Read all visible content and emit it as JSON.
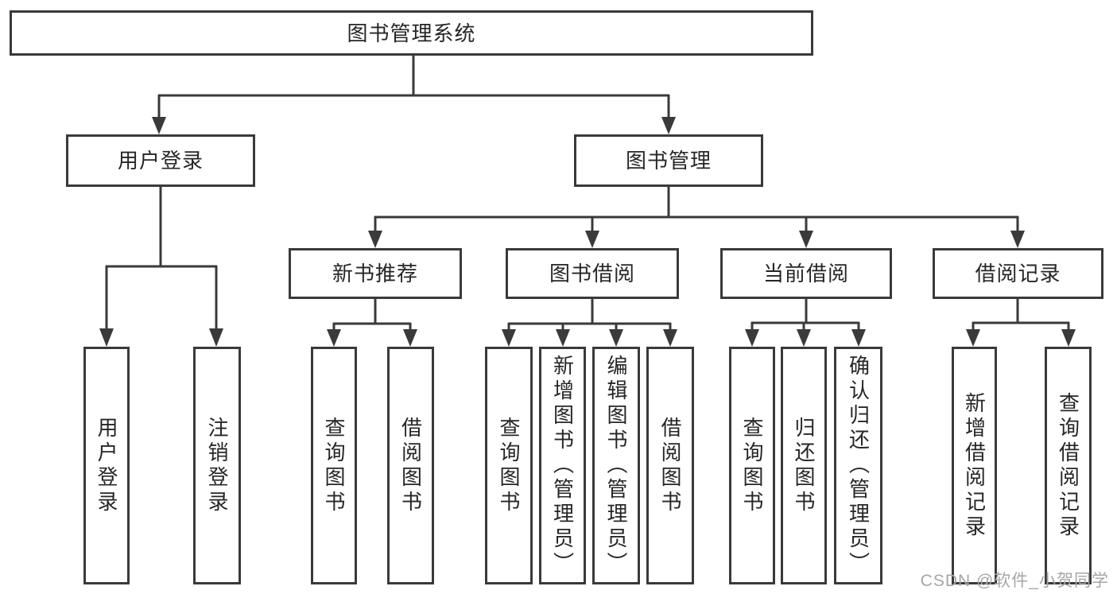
{
  "diagram": {
    "type": "hierarchy",
    "nodes": {
      "root": "图书管理系统",
      "user_login": "用户登录",
      "book_mgmt": "图书管理",
      "leaf_user_login": "用户登录",
      "leaf_logout": "注销登录",
      "new_book_rec": "新书推荐",
      "book_borrow": "图书借阅",
      "current_borrow": "当前借阅",
      "borrow_record": "借阅记录",
      "rec_query_book": "查询图书",
      "rec_borrow_book": "借阅图书",
      "bb_query_book": "查询图书",
      "bb_add_book": "新增图书（管理员）",
      "bb_edit_book": "编辑图书（管理员）",
      "bb_borrow_book": "借阅图书",
      "cb_query_book": "查询图书",
      "cb_return_book": "归还图书",
      "cb_confirm_return": "确认归还（管理员）",
      "br_add_record": "新增借阅记录",
      "br_query_record": "查询借阅记录"
    },
    "edges": [
      [
        "root",
        "user_login"
      ],
      [
        "root",
        "book_mgmt"
      ],
      [
        "user_login",
        "leaf_user_login"
      ],
      [
        "user_login",
        "leaf_logout"
      ],
      [
        "book_mgmt",
        "new_book_rec"
      ],
      [
        "book_mgmt",
        "book_borrow"
      ],
      [
        "book_mgmt",
        "current_borrow"
      ],
      [
        "book_mgmt",
        "borrow_record"
      ],
      [
        "new_book_rec",
        "rec_query_book"
      ],
      [
        "new_book_rec",
        "rec_borrow_book"
      ],
      [
        "book_borrow",
        "bb_query_book"
      ],
      [
        "book_borrow",
        "bb_add_book"
      ],
      [
        "book_borrow",
        "bb_edit_book"
      ],
      [
        "book_borrow",
        "bb_borrow_book"
      ],
      [
        "current_borrow",
        "cb_query_book"
      ],
      [
        "current_borrow",
        "cb_return_book"
      ],
      [
        "current_borrow",
        "cb_confirm_return"
      ],
      [
        "borrow_record",
        "br_add_record"
      ],
      [
        "borrow_record",
        "br_query_record"
      ]
    ],
    "colors": {
      "line": "#3a3a3a",
      "box_background": "#ffffff",
      "text": "#262626",
      "watermark": "#a6a6a6"
    }
  },
  "watermark": "CSDN @软件_小贺同学"
}
